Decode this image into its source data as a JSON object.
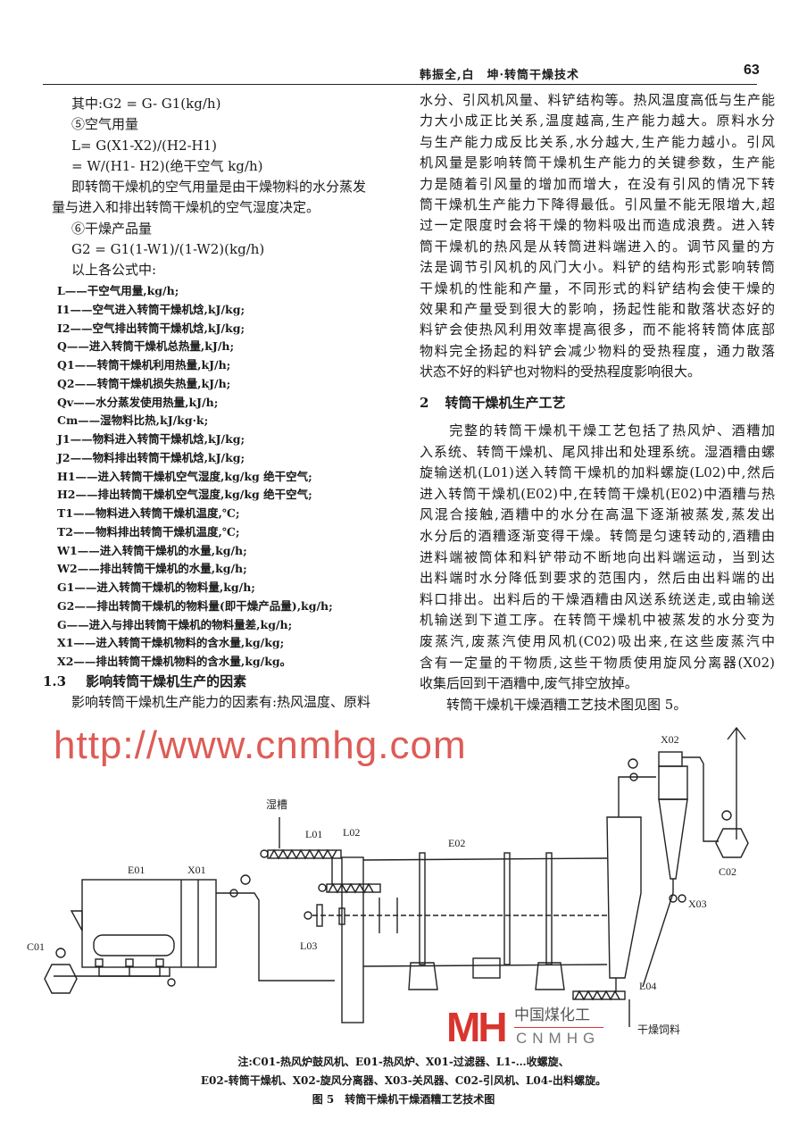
{
  "header": {
    "running_title": "韩振全,白　坤·转筒干燥技术",
    "page_number": "63"
  },
  "left": {
    "formulas": [
      "其中:G2 = G- G1(kg/h)",
      "⑤空气用量",
      "L= G(X1-X2)/(H2-H1)",
      "  = W/(H1- H2)(绝干空气 kg/h)",
      "即转筒干燥机的空气用量是由干燥物料的水分蒸发",
      "量与进入和排出转筒干燥机的空气湿度决定。",
      "⑥干燥产品量",
      "G2 = G1(1-W1)/(1-W2)(kg/h)",
      "以上各公式中:"
    ],
    "legend": [
      "L——干空气用量,kg/h;",
      "I1——空气进入转筒干燥机焓,kJ/kg;",
      "I2——空气排出转筒干燥机焓,kJ/kg;",
      "Q——进入转筒干燥机总热量,kJ/h;",
      "Q1——转筒干燥机利用热量,kJ/h;",
      "Q2——转筒干燥机损失热量,kJ/h;",
      "Qv——水分蒸发使用热量,kJ/h;",
      "Cm——湿物料比热,kJ/kg·k;",
      "J1——物料进入转筒干燥机焓,kJ/kg;",
      "J2——物料排出转筒干燥机焓,kJ/kg;",
      "H1——进入转筒干燥机空气湿度,kg/kg 绝干空气;",
      "H2——排出转筒干燥机空气湿度,kg/kg 绝干空气;",
      "T1——物料进入转筒干燥机温度,℃;",
      "T2——物料排出转筒干燥机温度,℃;",
      "W1——进入转筒干燥机的水量,kg/h;",
      "W2——排出转筒干燥机的水量,kg/h;",
      "G1——进入转筒干燥机的物料量,kg/h;",
      "G2——排出转筒干燥机的物料量(即干燥产品量),kg/h;",
      "G——进入与排出转筒干燥机的物料量差,kg/h;",
      "X1——进入转筒干燥机物料的含水量,kg/kg;",
      "X2——排出转筒干燥机物料的含水量,kg/kg。"
    ],
    "section_1_3": {
      "number": "1.3",
      "title": "影响转筒干燥机生产的因素"
    },
    "para_1_3_first_line": "影响转筒干燥机生产能力的因素有:热风温度、原料"
  },
  "right": {
    "para1": [
      "水分、引风机风量、料铲结构等。热风温度高低与生产能",
      "力大小成正比关系,温度越高,生产能力越大。原料水分",
      "与生产能力成反比关系,水分越大,生产能力越小。引风",
      "机风量是影响转筒干燥机生产能力的关键参数，生产能",
      "力是随着引风量的增加而增大，在没有引风的情况下转",
      "筒干燥机生产能力下降得最低。引风量不能无限增大,超",
      "过一定限度时会将干燥的物料吸出而造成浪费。进入转",
      "筒干燥机的热风是从转筒进料端进入的。调节风量的方",
      "法是调节引风机的风门大小。料铲的结构形式影响转筒",
      "干燥机的性能和产量，不同形式的料铲结构会使干燥的",
      "效果和产量受到很大的影响，扬起性能和散落状态好的",
      "料铲会使热风利用效率提高很多，而不能将转筒体底部",
      "物料完全扬起的料铲会减少物料的受热程度，通力散落",
      "状态不好的料铲也对物料的受热程度影响很大。"
    ],
    "section_2": {
      "number": "2",
      "title": "转筒干燥机生产工艺"
    },
    "para2": [
      "　　完整的转筒干燥机干燥工艺包括了热风炉、酒糟加",
      "入系统、转筒干燥机、尾风排出和处理系统。湿酒糟由螺",
      "旋输送机(L01)送入转筒干燥机的加料螺旋(L02)中,然后",
      "进入转筒干燥机(E02)中,在转筒干燥机(E02)中酒糟与热",
      "风混合接触,酒糟中的水分在高温下逐渐被蒸发,蒸发出",
      "水分后的酒糟逐渐变得干燥。转筒是匀速转动的,酒糟由",
      "进料端被筒体和料铲带动不断地向出料端运动，当到达",
      "出料端时水分降低到要求的范围内，然后由出料端的出",
      "料口排出。出料后的干燥酒糟由风送系统送走,或由输送",
      "机输送到下道工序。在转筒干燥机中被蒸发的水分变为",
      "废蒸汽,废蒸汽使用风机(C02)吸出来,在这些废蒸汽中",
      "含有一定量的干物质,这些干物质使用旋风分离器(X02)",
      "收集后回到干酒糟中,废气排空放掉。"
    ],
    "para3": "　　转筒干燥机干燥酒糟工艺技术图见图 5。"
  },
  "figure": {
    "labels": {
      "wet": "湿槽",
      "L01": "L01",
      "L02": "L02",
      "E01": "E01",
      "X01": "X01",
      "C01": "C01",
      "L03": "L03",
      "E02": "E02",
      "X02": "X02",
      "X03": "X03",
      "C02": "C02",
      "L04": "L04",
      "product": "干燥饲料"
    },
    "note_line1": "注:C01-热风炉鼓风机、E01-热风炉、X01-过滤器、L1-…收螺旋、",
    "note_line2": "E02-转筒干燥机、X02-旋风分离器、X03-关风器、C02-引风机、L04-出料螺旋。",
    "caption": "图 5　转筒干燥机干燥酒糟工艺技术图"
  },
  "watermark": "http://www.cnmhg.com",
  "logo": {
    "mark": "MH",
    "name_cn": "中国煤化工",
    "name_en": "CNMHG"
  },
  "colors": {
    "watermark": "#d8403a",
    "logo": "#d8352e",
    "ink": "#1a1a1a"
  }
}
